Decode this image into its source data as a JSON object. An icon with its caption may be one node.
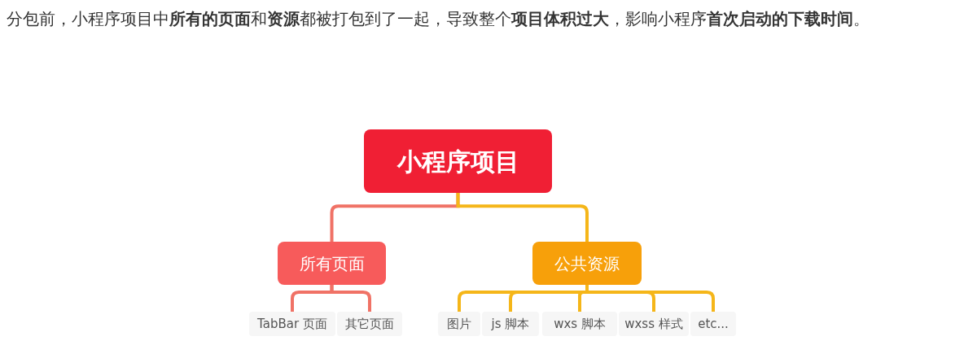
{
  "diagram": {
    "nodes": [
      {
        "text": [
          "小程序项目"
        ]
      },
      {
        "text": [
          "所有页面"
        ]
      },
      {
        "text": [
          "公共资源"
        ]
      },
      {
        "text": [
          "TabBar 页面"
        ]
      },
      {
        "text": [
          "其它页面"
        ]
      },
      {
        "text": [
          "图片"
        ]
      },
      {
        "text": [
          "js 脚本"
        ]
      },
      {
        "text": [
          "wxs 脚本"
        ]
      },
      {
        "text": [
          "wxss 样式"
        ]
      },
      {
        "text": [
          "etc..."
        ]
      }
    ],
    "edges": [
      {
        "from": 0,
        "to": 1,
        "arrow": "none",
        "color": "#f07266"
      },
      {
        "from": 0,
        "to": 2,
        "arrow": "none"
      },
      {
        "from": 1,
        "to": 3,
        "arrow": "none",
        "color": "#f07266"
      },
      {
        "from": 1,
        "to": 4,
        "arrow": "none",
        "color": "#f07266"
      },
      {
        "from": 2,
        "to": 5,
        "arrow": "none"
      },
      {
        "from": 2,
        "to": 6,
        "arrow": "none"
      },
      {
        "from": 2,
        "to": 7,
        "arrow": "none"
      },
      {
        "from": 2,
        "to": 8,
        "arrow": "none"
      },
      {
        "from": 2,
        "to": 9,
        "arrow": "none"
      }
    ],
    "labels": [
      "分包前，小程序项目中**所有的页面**和**资源**都被打包到了一起，导致整个**项目体积过大**，影响小程序**首次启动的下载时间**。"
    ]
  }
}
